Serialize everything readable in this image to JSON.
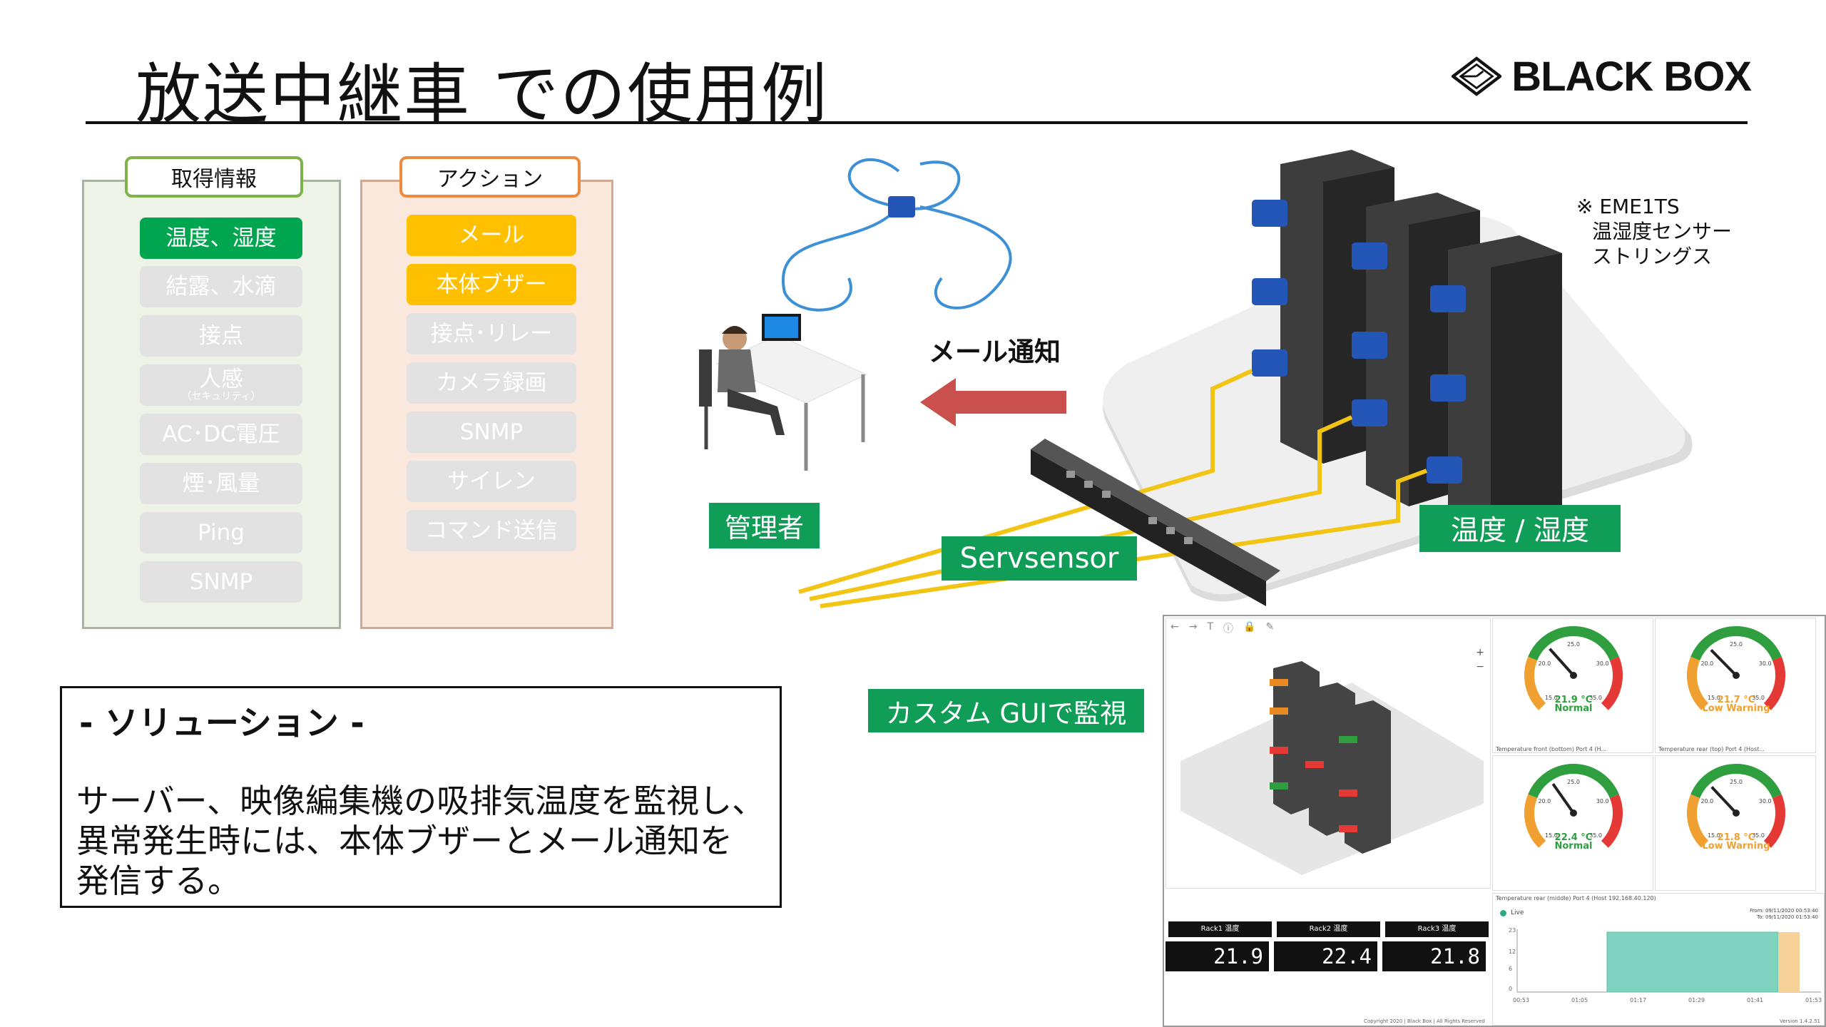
{
  "title": "放送中継車 での使用例",
  "brand": {
    "name": "BLACK BOX"
  },
  "info_panel": {
    "heading": "取得情報",
    "items": [
      {
        "label": "温度、湿度",
        "active": true
      },
      {
        "label": "結露、水滴"
      },
      {
        "label": "接点"
      },
      {
        "label": "人感",
        "sub": "（セキュリティ）"
      },
      {
        "label": "AC･DC電圧"
      },
      {
        "label": "煙･風量"
      },
      {
        "label": "Ping"
      },
      {
        "label": "SNMP"
      }
    ]
  },
  "action_panel": {
    "heading": "アクション",
    "items": [
      {
        "label": "メール",
        "active": true
      },
      {
        "label": "本体ブザー",
        "active": true
      },
      {
        "label": "接点･リレー"
      },
      {
        "label": "カメラ録画"
      },
      {
        "label": "SNMP"
      },
      {
        "label": "サイレン"
      },
      {
        "label": "コマンド送信"
      }
    ]
  },
  "solution": {
    "title": "- ソリューション -",
    "lines": [
      "サーバー、映像編集機の吸排気温度を監視し、",
      "異常発生時には、本体ブザーとメール通知を",
      "発信する。"
    ]
  },
  "diagram": {
    "mail_label": "メール通知",
    "admin_label": "管理者",
    "servsensor_label": "Servsensor",
    "temp_label": "温度 / 湿度",
    "gui_label": "カスタム GUIで監視",
    "note": [
      "※ EME1TS",
      "温湿度センサー",
      "ストリングス"
    ]
  },
  "gui": {
    "gauges": [
      {
        "value": "21.9 °C",
        "status": "Normal",
        "color": "#2e9e3e",
        "level": 21.9
      },
      {
        "value": "21.7 °C",
        "status": "Low Warning",
        "color": "#f0a030",
        "level": 21.7
      },
      {
        "value": "22.4 °C",
        "status": "Normal",
        "color": "#2e9e3e",
        "level": 22.4
      },
      {
        "value": "21.8 °C",
        "status": "Low Warning",
        "color": "#f0a030",
        "level": 21.8
      }
    ],
    "gauge_ticks": [
      "15.0",
      "20.0",
      "25.0",
      "30.0",
      "35.0"
    ],
    "captions": [
      "Temperature front (bottom) Port 4 (H...",
      "Temperature rear (top) Port 4 (Host...",
      "Temperature rear (middle) Port 4 (Host 192.168.40.120)"
    ],
    "racks": [
      {
        "label": "Rack1 温度",
        "value": "21.9"
      },
      {
        "label": "Rack2 温度",
        "value": "22.4"
      },
      {
        "label": "Rack3 温度",
        "value": "21.8"
      }
    ],
    "live": "Live",
    "range_from": "From: 09/11/2020 00:53:40",
    "range_to": "To: 09/11/2020 01:53:40",
    "yticks": [
      "23",
      "12",
      "6",
      "0"
    ],
    "xticks": [
      "00:53",
      "01:05",
      "01:17",
      "01:29",
      "01:41",
      "01:53"
    ],
    "footer": "Copyright 2020 | Black Box | All Rights Reserved",
    "version": "Version 1.4.2.51"
  }
}
